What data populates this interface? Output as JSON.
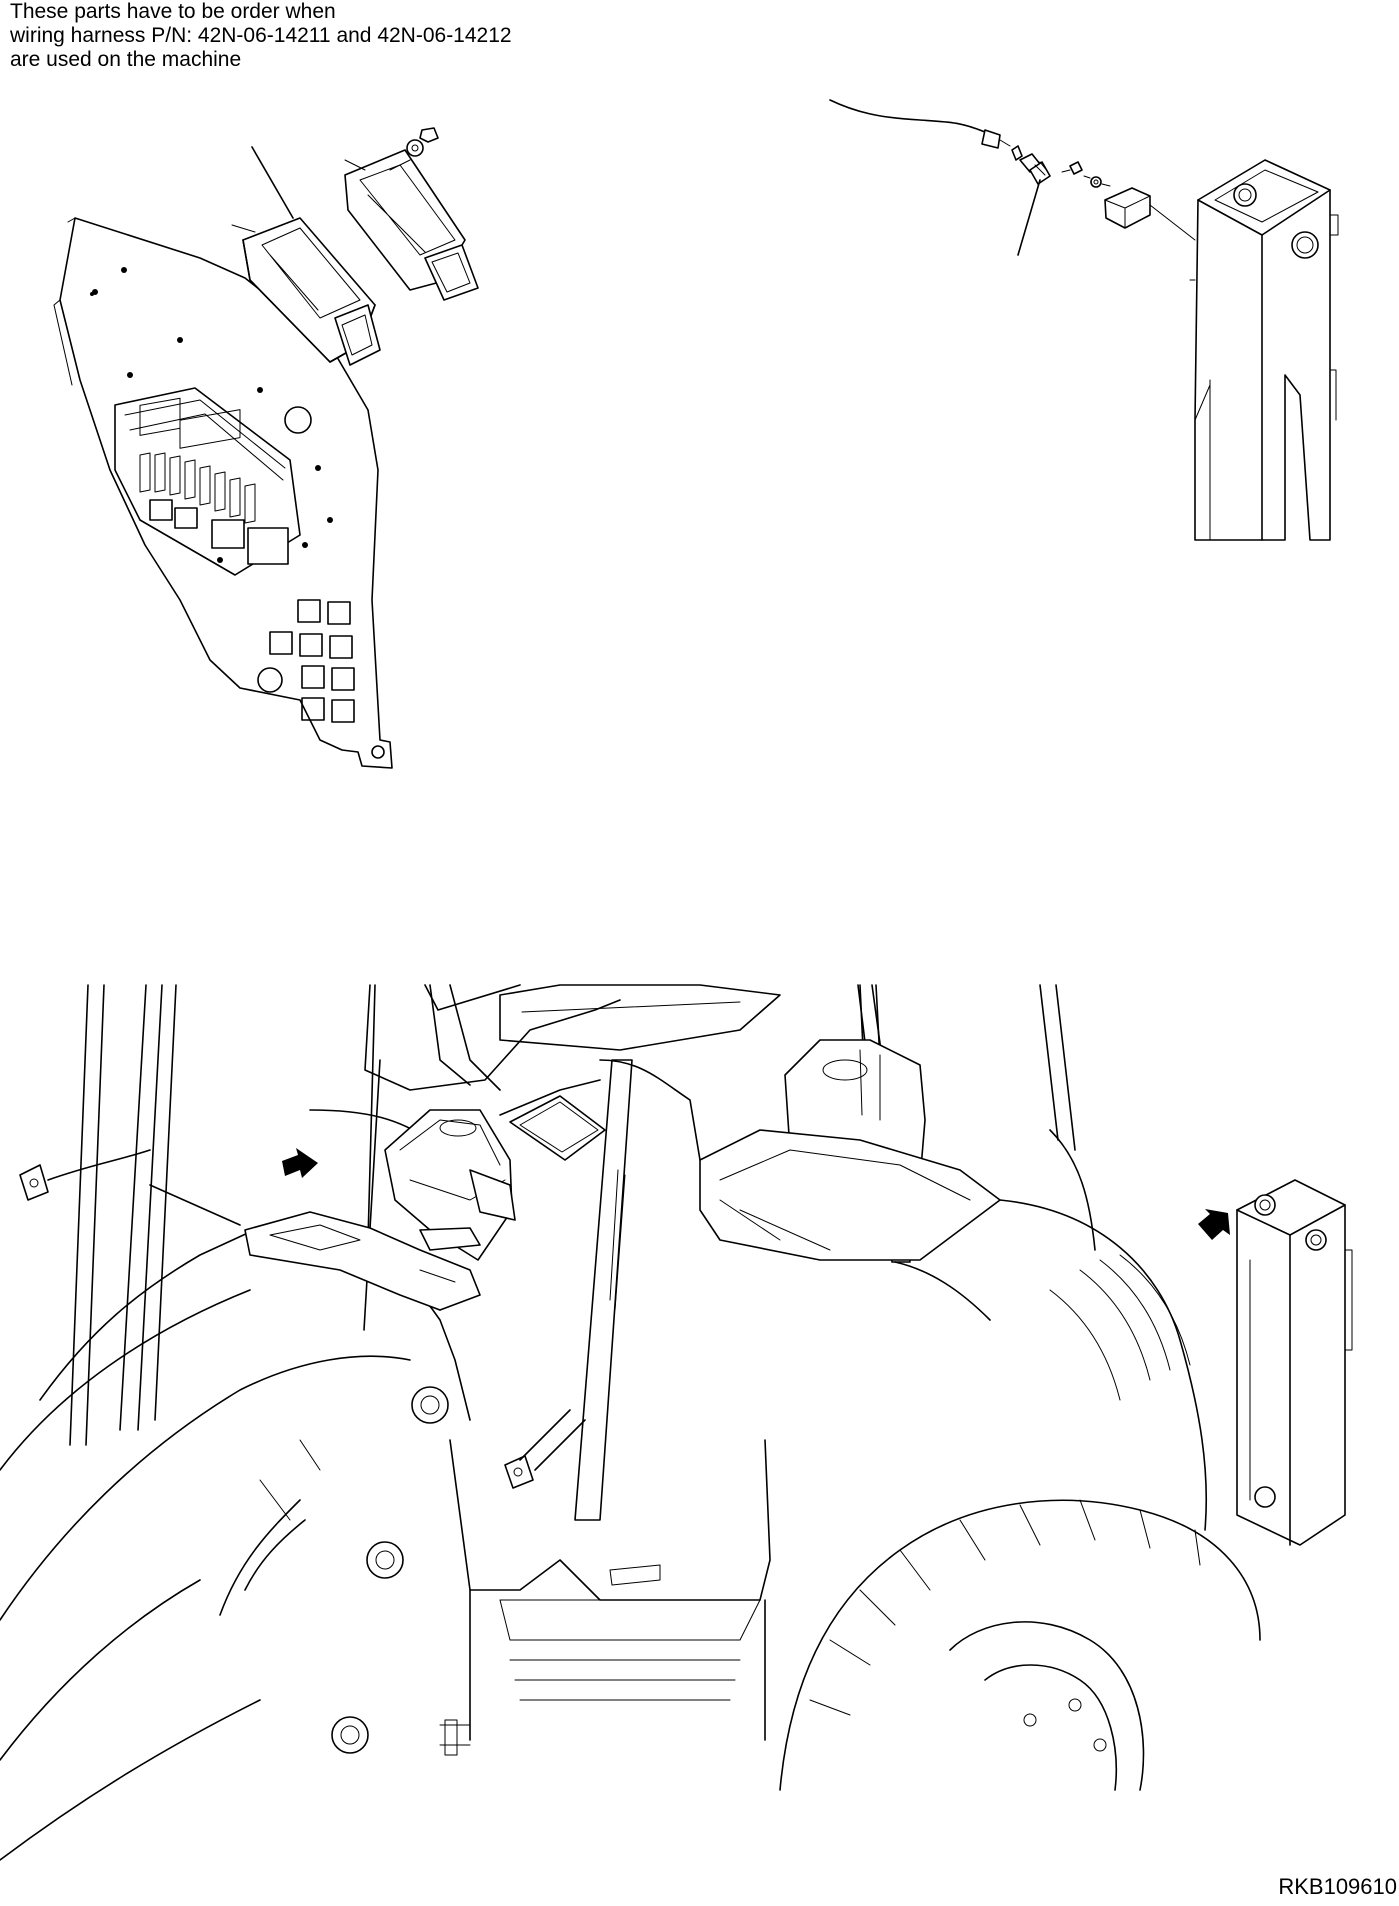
{
  "note": {
    "line1": "These parts have to be order when",
    "line2": "wiring harness P/N: 42N-06-14211 and 42N-06-14212",
    "line3": "are used on the machine"
  },
  "reference_code": "RKB109610"
}
